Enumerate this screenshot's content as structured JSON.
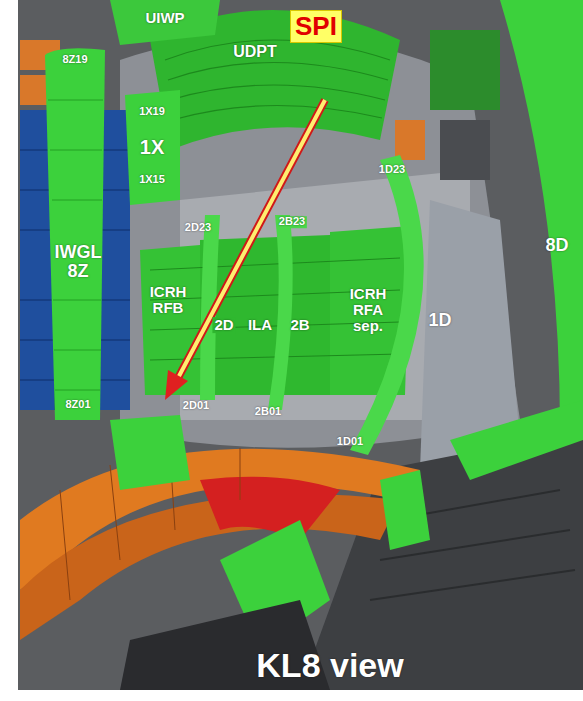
{
  "diagram": {
    "nodes": [
      {
        "text": [
          "SPI"
        ]
      }
    ],
    "labels": [
      "8Z19",
      "UIWP",
      "UDPT",
      "1X19",
      "1X",
      "1X15",
      "1D23",
      "IWGL 8Z",
      "2D23",
      "2B23",
      "8D",
      "ICRH RFB",
      "2D",
      "ILA",
      "2B",
      "ICRH RFA sep.",
      "1D",
      "8Z01",
      "2D01",
      "2B01",
      "1D01",
      "KL8 view"
    ]
  }
}
